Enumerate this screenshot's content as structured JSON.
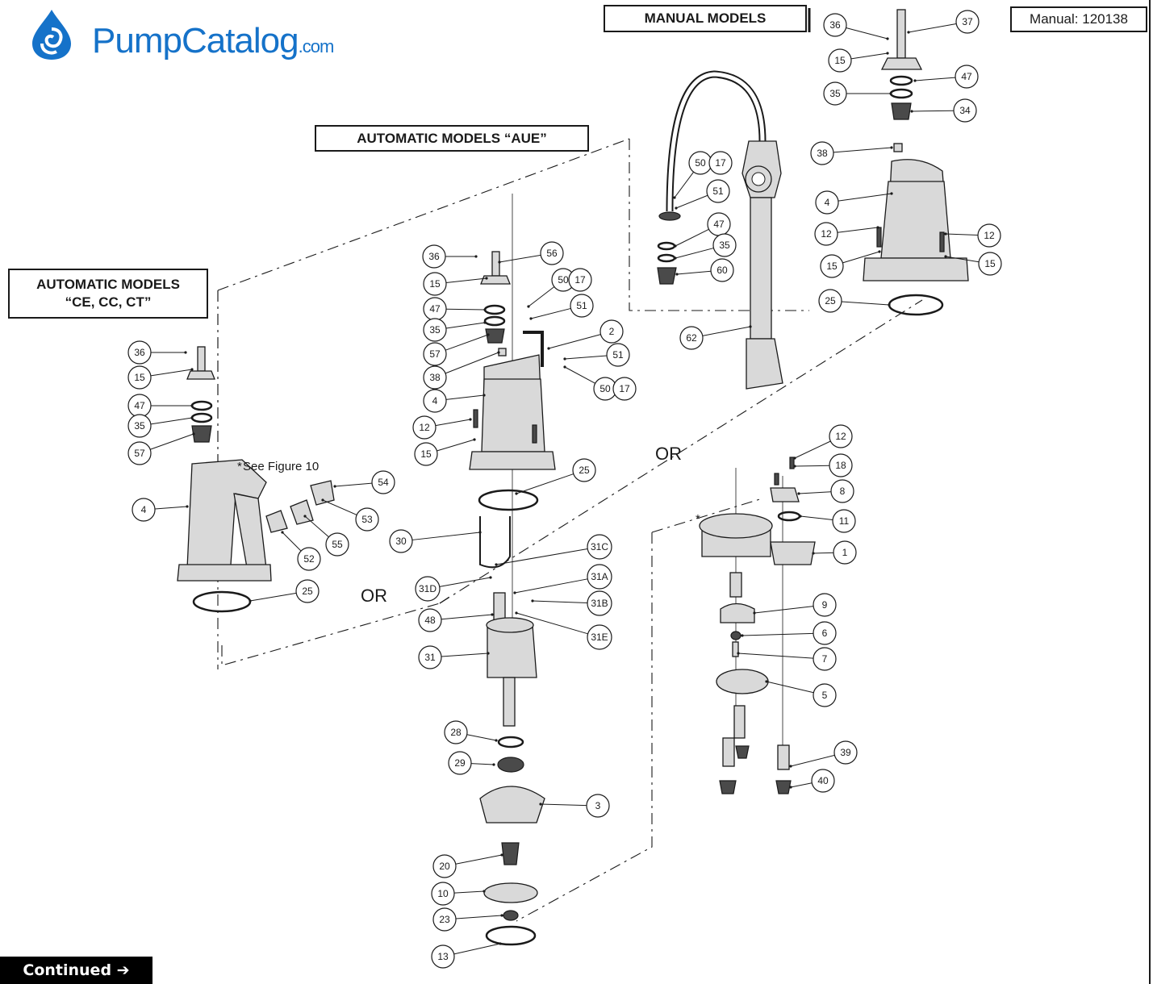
{
  "header": {
    "brand_main": "PumpCatalog",
    "brand_suffix": ".com",
    "manual_label": "Manual: 120138"
  },
  "sections": {
    "manual": "MANUAL MODELS",
    "auto_aue": "AUTOMATIC MODELS “AUE”",
    "auto_ce_line1": "AUTOMATIC MODELS",
    "auto_ce_line2": "“CE, CC, CT”"
  },
  "labels": {
    "or_1": "OR",
    "or_2": "OR",
    "see_figure": "See Figure 10",
    "asterisk": "*"
  },
  "footer": {
    "continued": "Continued ➔"
  },
  "colors": {
    "brand_blue": "#1572c9",
    "ink": "#1a1a1a"
  },
  "callouts": [
    {
      "id": "m36",
      "label": "36"
    },
    {
      "id": "m37",
      "label": "37"
    },
    {
      "id": "m15a",
      "label": "15"
    },
    {
      "id": "m47",
      "label": "47"
    },
    {
      "id": "m35",
      "label": "35"
    },
    {
      "id": "m34",
      "label": "34"
    },
    {
      "id": "m38",
      "label": "38"
    },
    {
      "id": "m4",
      "label": "4"
    },
    {
      "id": "m12a",
      "label": "12"
    },
    {
      "id": "m12b",
      "label": "12"
    },
    {
      "id": "m15b",
      "label": "15"
    },
    {
      "id": "m15c",
      "label": "15"
    },
    {
      "id": "m25",
      "label": "25"
    },
    {
      "id": "f50",
      "label": "50"
    },
    {
      "id": "f17",
      "label": "17"
    },
    {
      "id": "f51",
      "label": "51"
    },
    {
      "id": "f47",
      "label": "47"
    },
    {
      "id": "f35",
      "label": "35"
    },
    {
      "id": "f60",
      "label": "60"
    },
    {
      "id": "f62",
      "label": "62"
    },
    {
      "id": "a36",
      "label": "36"
    },
    {
      "id": "a56",
      "label": "56"
    },
    {
      "id": "a15a",
      "label": "15"
    },
    {
      "id": "a50a",
      "label": "50"
    },
    {
      "id": "a17a",
      "label": "17"
    },
    {
      "id": "a47",
      "label": "47"
    },
    {
      "id": "a51a",
      "label": "51"
    },
    {
      "id": "a35",
      "label": "35"
    },
    {
      "id": "a2",
      "label": "2"
    },
    {
      "id": "a57",
      "label": "57"
    },
    {
      "id": "a51b",
      "label": "51"
    },
    {
      "id": "a38",
      "label": "38"
    },
    {
      "id": "a50b",
      "label": "50"
    },
    {
      "id": "a17b",
      "label": "17"
    },
    {
      "id": "a4",
      "label": "4"
    },
    {
      "id": "a12",
      "label": "12"
    },
    {
      "id": "a15b",
      "label": "15"
    },
    {
      "id": "a25",
      "label": "25"
    },
    {
      "id": "c36",
      "label": "36"
    },
    {
      "id": "c15",
      "label": "15"
    },
    {
      "id": "c47",
      "label": "47"
    },
    {
      "id": "c35",
      "label": "35"
    },
    {
      "id": "c57",
      "label": "57"
    },
    {
      "id": "c4",
      "label": "4"
    },
    {
      "id": "c54",
      "label": "54"
    },
    {
      "id": "c53",
      "label": "53"
    },
    {
      "id": "c52",
      "label": "52"
    },
    {
      "id": "c55",
      "label": "55"
    },
    {
      "id": "c25",
      "label": "25"
    },
    {
      "id": "s30",
      "label": "30"
    },
    {
      "id": "s31C",
      "label": "31C"
    },
    {
      "id": "s31D",
      "label": "31D"
    },
    {
      "id": "s31A",
      "label": "31A"
    },
    {
      "id": "s31B",
      "label": "31B"
    },
    {
      "id": "s48",
      "label": "48"
    },
    {
      "id": "s31E",
      "label": "31E"
    },
    {
      "id": "s31",
      "label": "31"
    },
    {
      "id": "s28",
      "label": "28"
    },
    {
      "id": "s29",
      "label": "29"
    },
    {
      "id": "s3",
      "label": "3"
    },
    {
      "id": "s20",
      "label": "20"
    },
    {
      "id": "s10",
      "label": "10"
    },
    {
      "id": "s23",
      "label": "23"
    },
    {
      "id": "s13",
      "label": "13"
    },
    {
      "id": "g12",
      "label": "12"
    },
    {
      "id": "g18",
      "label": "18"
    },
    {
      "id": "g8",
      "label": "8"
    },
    {
      "id": "g11",
      "label": "11"
    },
    {
      "id": "g1",
      "label": "1"
    },
    {
      "id": "g9",
      "label": "9"
    },
    {
      "id": "g6",
      "label": "6"
    },
    {
      "id": "g7",
      "label": "7"
    },
    {
      "id": "g5",
      "label": "5"
    },
    {
      "id": "g39",
      "label": "39"
    },
    {
      "id": "g40",
      "label": "40"
    }
  ]
}
